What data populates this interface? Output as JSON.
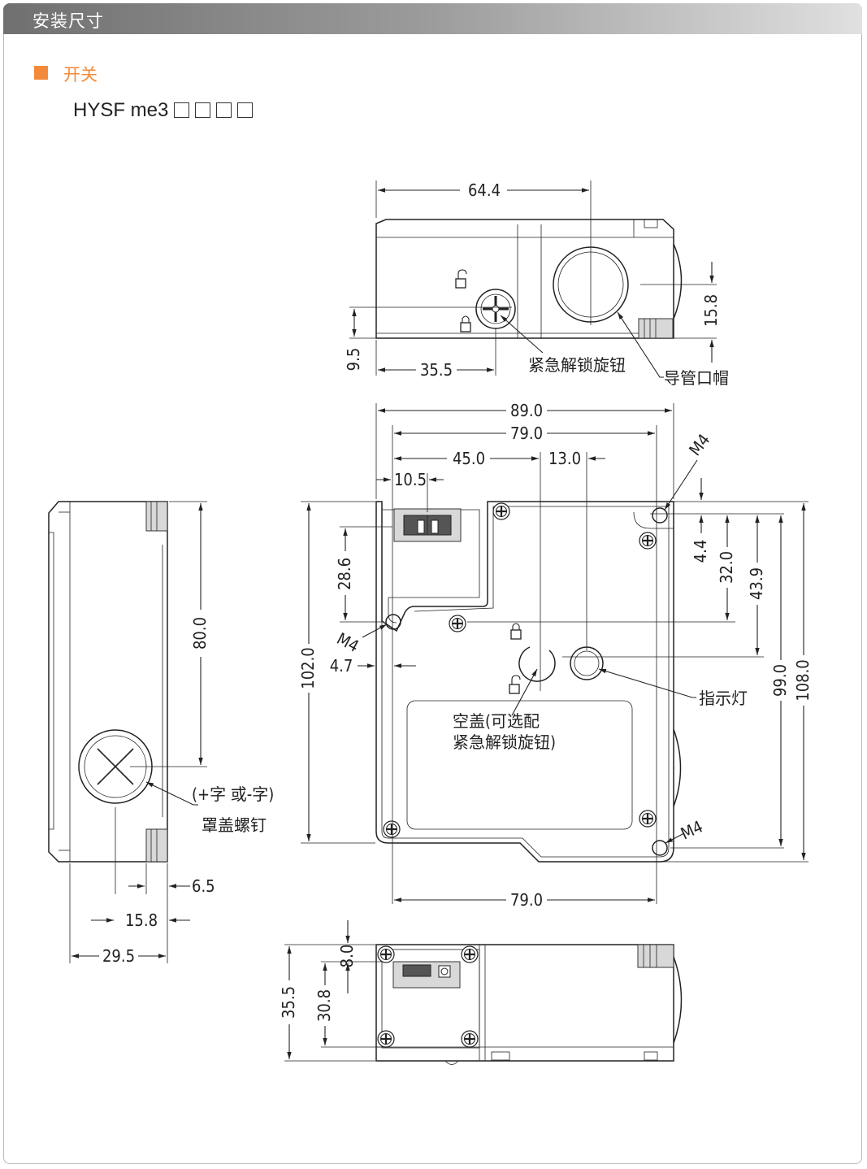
{
  "header": {
    "title": "安装尺寸"
  },
  "section": {
    "label": "开关"
  },
  "model": {
    "text": "HYSF me3",
    "slots": [
      "□",
      "□",
      "□",
      "□"
    ]
  },
  "top_view": {
    "dims": {
      "width": "64.4",
      "height": "15.8",
      "offset": "9.5",
      "knob": "35.5"
    },
    "labels": {
      "knob": "紧急解锁旋钮",
      "cap": "导管口帽"
    }
  },
  "front_view": {
    "dims": {
      "w89": "89.0",
      "w79a": "79.0",
      "w45": "45.0",
      "w13": "13.0",
      "w105": "10.5",
      "h286": "28.6",
      "h102": "102.0",
      "d47": "4.7",
      "v44": "4.4",
      "v32": "32.0",
      "v439": "43.9",
      "v99": "99.0",
      "v108": "108.0",
      "w79b": "79.0"
    },
    "labels": {
      "m4_top": "M4",
      "m4_left": "M4",
      "m4_bottom": "M4",
      "indicator": "指示灯",
      "cover_line1": "空盖(可选配",
      "cover_line2": "紧急解锁旋钮)"
    }
  },
  "side_view": {
    "dims": {
      "h80": "80.0",
      "d65": "6.5",
      "d158": "15.8",
      "d295": "29.5"
    },
    "labels": {
      "screw_line1": "(+字 或-字)",
      "screw_line2": "罩盖螺钉"
    }
  },
  "bottom_view": {
    "dims": {
      "h355": "35.5",
      "h308": "30.8",
      "h80": "8.0"
    }
  }
}
